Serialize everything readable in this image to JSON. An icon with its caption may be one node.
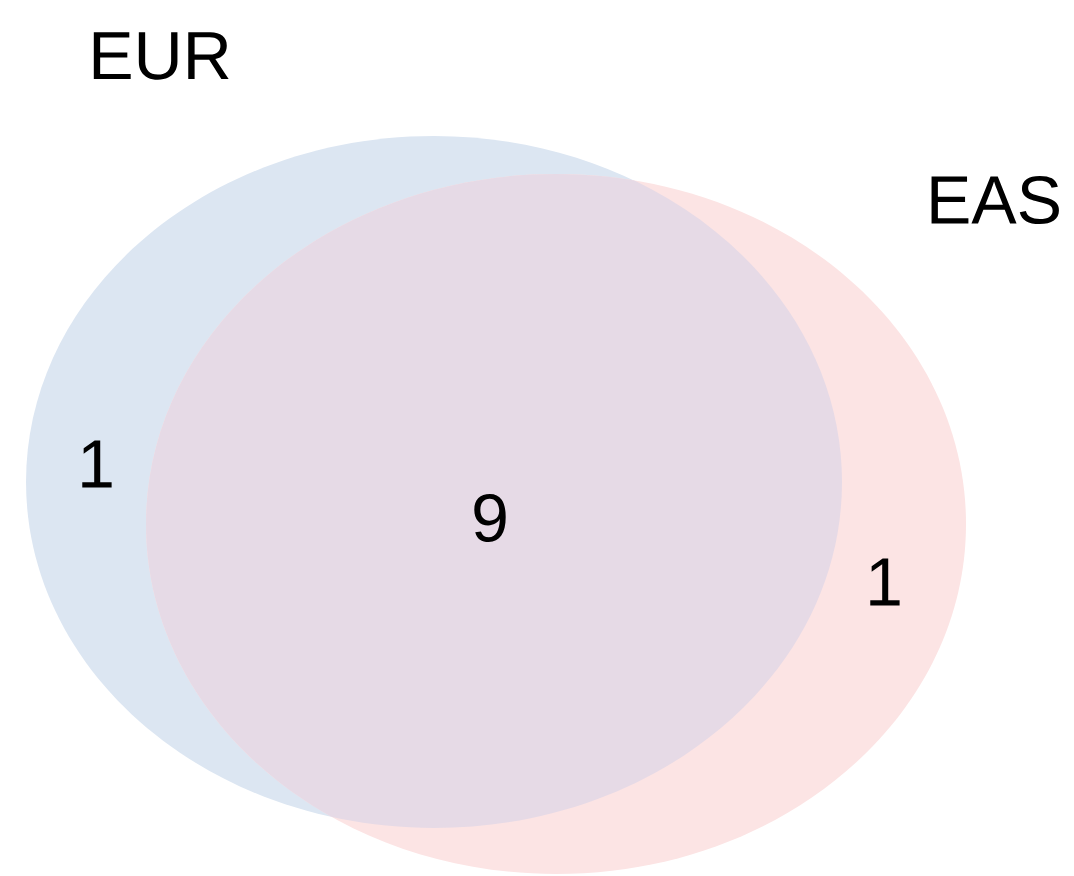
{
  "diagram": {
    "nodes": [
      {
        "text": [
          "EUR"
        ]
      },
      {
        "text": [
          "EAS"
        ]
      }
    ],
    "labels": [
      "1",
      "9",
      "1"
    ]
  }
}
